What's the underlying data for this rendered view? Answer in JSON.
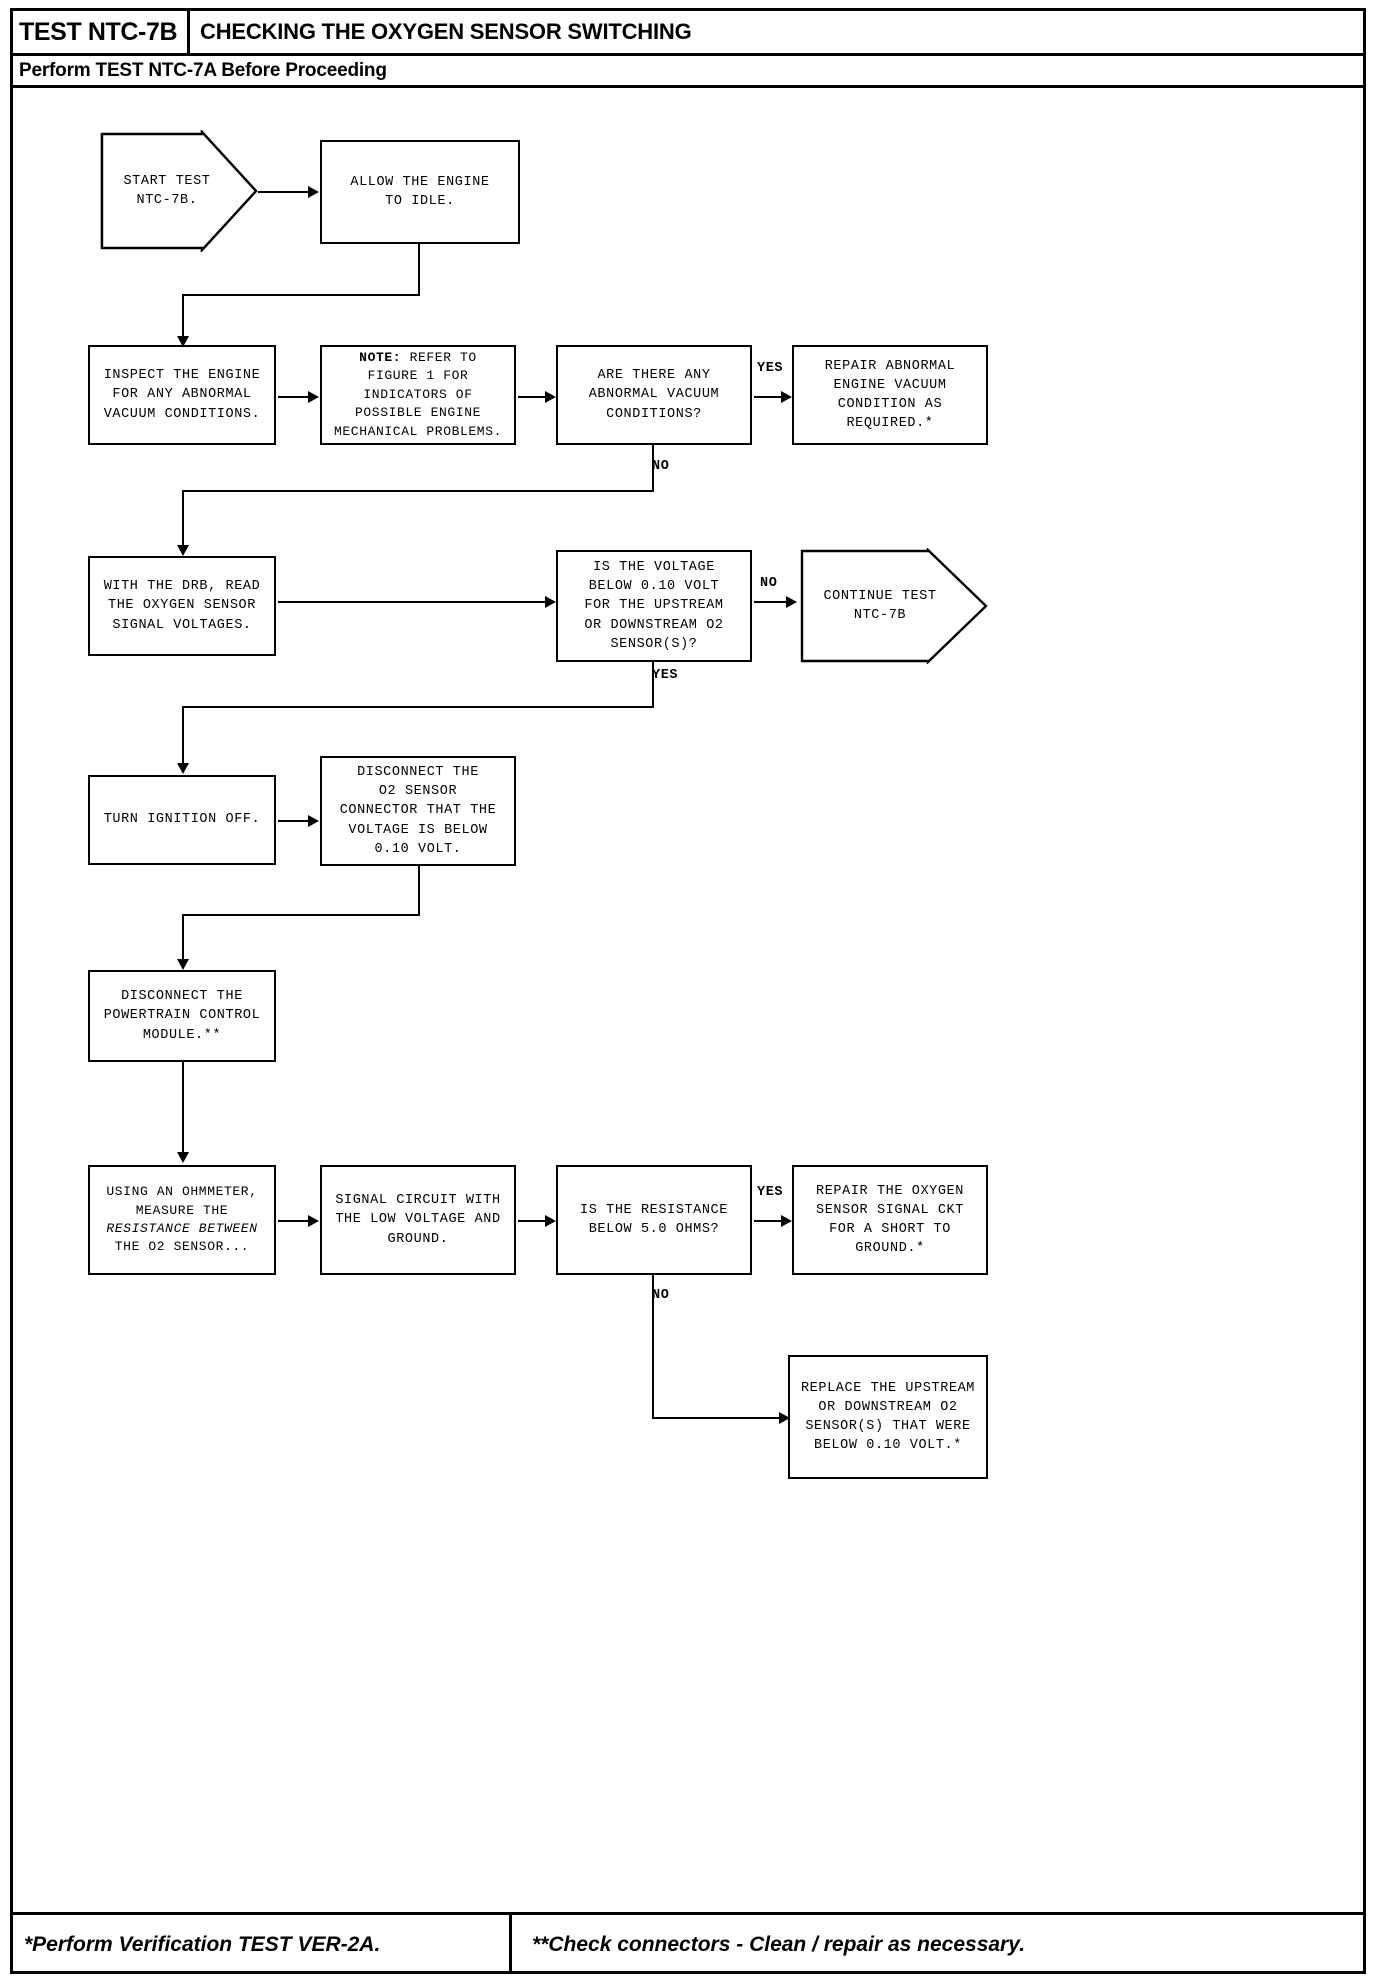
{
  "header": {
    "test_id": "TEST NTC-7B",
    "title": "CHECKING THE OXYGEN SENSOR SWITCHING",
    "subtitle": "Perform TEST NTC-7A Before Proceeding"
  },
  "footer": {
    "left": "*Perform Verification TEST VER-2A.",
    "right": "**Check connectors - Clean / repair as necessary."
  },
  "nodes": {
    "start": "START TEST\nNTC-7B.",
    "idle": "ALLOW THE ENGINE\nTO IDLE.",
    "inspect": "INSPECT THE ENGINE\nFOR ANY ABNORMAL\nVACUUM CONDITIONS.",
    "note_label": "NOTE:",
    "note_body": " REFER TO\nFIGURE 1 FOR\nINDICATORS OF\nPOSSIBLE ENGINE\nMECHANICAL PROBLEMS.",
    "q_vacuum": "ARE THERE ANY\nABNORMAL VACUUM\nCONDITIONS?",
    "repair_vacuum": "REPAIR ABNORMAL\nENGINE VACUUM\nCONDITION AS\nREQUIRED.*",
    "drb_read": "WITH THE DRB, READ\nTHE OXYGEN SENSOR\nSIGNAL VOLTAGES.",
    "q_voltage": "IS THE VOLTAGE\nBELOW 0.10 VOLT\nFOR THE UPSTREAM\nOR DOWNSTREAM O2\nSENSOR(S)?",
    "continue": "CONTINUE TEST\nNTC-7B",
    "ign_off": "TURN IGNITION OFF.",
    "disc_o2": "DISCONNECT THE\nO2 SENSOR\nCONNECTOR THAT THE\nVOLTAGE IS BELOW\n0.10 VOLT.",
    "disc_pcm": "DISCONNECT THE\nPOWERTRAIN CONTROL\nMODULE.**",
    "ohm_pre": "USING AN OHMMETER,\nMEASURE THE\n",
    "ohm_ital": "RESISTANCE BETWEEN",
    "ohm_post": "\nTHE O2 SENSOR...",
    "signal_circuit": "SIGNAL CIRCUIT WITH\nTHE LOW VOLTAGE AND\nGROUND.",
    "q_resistance": "IS THE RESISTANCE\nBELOW 5.0 OHMS?",
    "repair_short": "REPAIR THE OXYGEN\nSENSOR SIGNAL CKT\nFOR A SHORT TO\nGROUND.*",
    "replace": "REPLACE THE UPSTREAM\nOR DOWNSTREAM O2\nSENSOR(S) THAT WERE\nBELOW 0.10 VOLT.*"
  },
  "edge_labels": {
    "yes_vacuum": "YES",
    "no_vacuum": "NO",
    "no_voltage": "NO",
    "yes_voltage": "YES",
    "yes_resistance": "YES",
    "no_resistance": "NO"
  },
  "colors": {
    "ink": "#000000",
    "paper": "#ffffff"
  }
}
